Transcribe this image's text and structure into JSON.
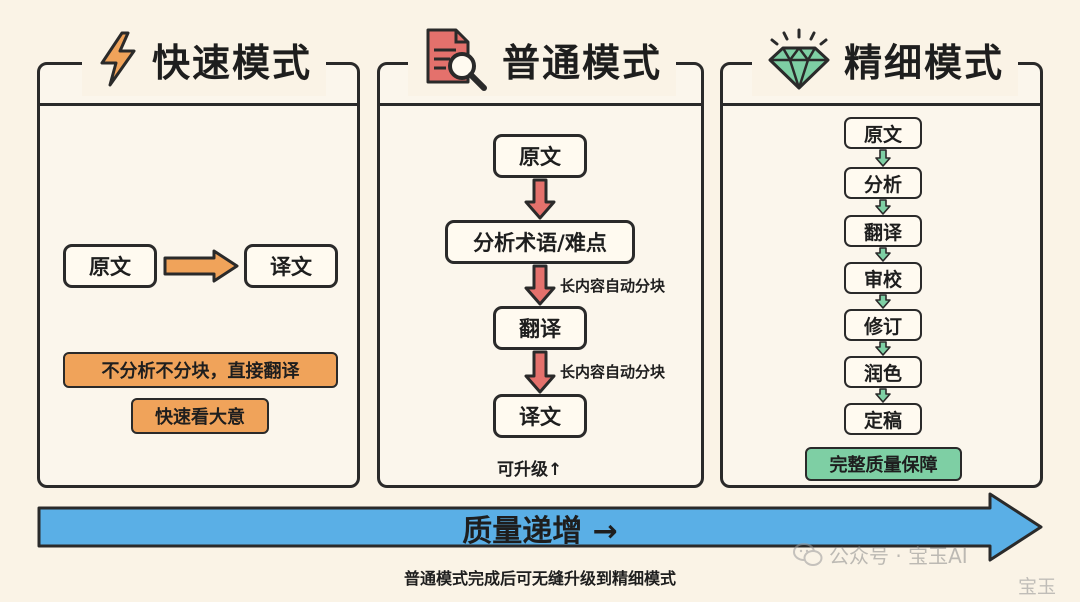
{
  "modes": {
    "fast": {
      "title": "快速模式",
      "icon": "lightning-icon",
      "source": "原文",
      "target": "译文",
      "tags": [
        "不分析不分块，直接翻译",
        "快速看大意"
      ]
    },
    "normal": {
      "title": "普通模式",
      "icon": "document-search-icon",
      "steps": [
        "原文",
        "分析术语/难点",
        "翻译",
        "译文"
      ],
      "chunk_notes": [
        "长内容自动分块",
        "长内容自动分块"
      ],
      "upgrade_note": "可升级↑"
    },
    "fine": {
      "title": "精细模式",
      "icon": "diamond-icon",
      "steps": [
        "原文",
        "分析",
        "翻译",
        "审校",
        "修订",
        "润色",
        "定稿"
      ],
      "tag": "完整质量保障"
    }
  },
  "quality_arrow": {
    "label": "质量递增 →"
  },
  "footer": {
    "caption": "普通模式完成后可无缝升级到精细模式"
  },
  "watermark": {
    "text": "公众号 · 宝玉AI",
    "corner_text": "宝玉",
    "icon": "wechat-icon"
  },
  "colors": {
    "orange": "#f0a35a",
    "red": "#e4716c",
    "green": "#7ecfa4",
    "blue": "#5aafe6",
    "outline": "#2a2a2a"
  }
}
